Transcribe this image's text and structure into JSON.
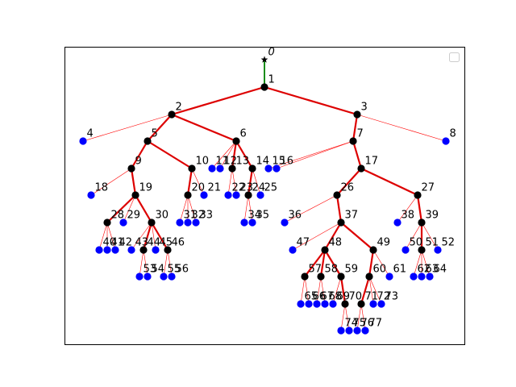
{
  "colors": {
    "edge_thin": "#ff0000",
    "edge_thick": "#dd0000",
    "root_edge": "#008000",
    "internal_node": "#000000",
    "leaf_node": "#0000ff",
    "frame": "#000000",
    "background": "#ffffff",
    "legend_border": "#cccccc"
  },
  "icons": {
    "root_marker": "star-icon"
  },
  "tree": {
    "root_label": "0",
    "nodes": [
      {
        "id": "0",
        "parent": null,
        "type": "root"
      },
      {
        "id": "1",
        "parent": "0",
        "type": "internal"
      },
      {
        "id": "2",
        "parent": "1",
        "type": "internal"
      },
      {
        "id": "3",
        "parent": "1",
        "type": "internal"
      },
      {
        "id": "4",
        "parent": "2",
        "type": "leaf"
      },
      {
        "id": "5",
        "parent": "2",
        "type": "internal"
      },
      {
        "id": "6",
        "parent": "2",
        "type": "internal"
      },
      {
        "id": "7",
        "parent": "3",
        "type": "internal"
      },
      {
        "id": "8",
        "parent": "3",
        "type": "leaf"
      },
      {
        "id": "9",
        "parent": "5",
        "type": "internal"
      },
      {
        "id": "10",
        "parent": "5",
        "type": "internal"
      },
      {
        "id": "11",
        "parent": "6",
        "type": "leaf"
      },
      {
        "id": "12",
        "parent": "6",
        "type": "leaf"
      },
      {
        "id": "13",
        "parent": "6",
        "type": "internal"
      },
      {
        "id": "14",
        "parent": "6",
        "type": "internal"
      },
      {
        "id": "15",
        "parent": "7",
        "type": "leaf"
      },
      {
        "id": "16",
        "parent": "7",
        "type": "leaf"
      },
      {
        "id": "17",
        "parent": "7",
        "type": "internal"
      },
      {
        "id": "18",
        "parent": "9",
        "type": "leaf"
      },
      {
        "id": "19",
        "parent": "9",
        "type": "internal"
      },
      {
        "id": "20",
        "parent": "10",
        "type": "internal"
      },
      {
        "id": "21",
        "parent": "10",
        "type": "leaf"
      },
      {
        "id": "22",
        "parent": "13",
        "type": "leaf"
      },
      {
        "id": "23",
        "parent": "13",
        "type": "leaf"
      },
      {
        "id": "24",
        "parent": "14",
        "type": "internal"
      },
      {
        "id": "25",
        "parent": "14",
        "type": "leaf"
      },
      {
        "id": "26",
        "parent": "17",
        "type": "internal"
      },
      {
        "id": "27",
        "parent": "17",
        "type": "internal"
      },
      {
        "id": "28",
        "parent": "19",
        "type": "internal"
      },
      {
        "id": "29",
        "parent": "19",
        "type": "leaf"
      },
      {
        "id": "30",
        "parent": "19",
        "type": "internal"
      },
      {
        "id": "31",
        "parent": "20",
        "type": "leaf"
      },
      {
        "id": "32",
        "parent": "20",
        "type": "leaf"
      },
      {
        "id": "33",
        "parent": "20",
        "type": "leaf"
      },
      {
        "id": "34",
        "parent": "24",
        "type": "leaf"
      },
      {
        "id": "35",
        "parent": "24",
        "type": "leaf"
      },
      {
        "id": "36",
        "parent": "26",
        "type": "leaf"
      },
      {
        "id": "37",
        "parent": "26",
        "type": "internal"
      },
      {
        "id": "38",
        "parent": "27",
        "type": "leaf"
      },
      {
        "id": "39",
        "parent": "27",
        "type": "internal"
      },
      {
        "id": "40",
        "parent": "28",
        "type": "leaf"
      },
      {
        "id": "41",
        "parent": "28",
        "type": "leaf"
      },
      {
        "id": "42",
        "parent": "28",
        "type": "leaf"
      },
      {
        "id": "43",
        "parent": "30",
        "type": "leaf"
      },
      {
        "id": "44",
        "parent": "30",
        "type": "internal"
      },
      {
        "id": "45",
        "parent": "30",
        "type": "leaf"
      },
      {
        "id": "46",
        "parent": "30",
        "type": "internal"
      },
      {
        "id": "47",
        "parent": "37",
        "type": "leaf"
      },
      {
        "id": "48",
        "parent": "37",
        "type": "internal"
      },
      {
        "id": "49",
        "parent": "37",
        "type": "internal"
      },
      {
        "id": "50",
        "parent": "39",
        "type": "leaf"
      },
      {
        "id": "51",
        "parent": "39",
        "type": "internal"
      },
      {
        "id": "52",
        "parent": "39",
        "type": "leaf"
      },
      {
        "id": "53",
        "parent": "44",
        "type": "leaf"
      },
      {
        "id": "54",
        "parent": "44",
        "type": "leaf"
      },
      {
        "id": "55",
        "parent": "46",
        "type": "leaf"
      },
      {
        "id": "56",
        "parent": "46",
        "type": "leaf"
      },
      {
        "id": "57",
        "parent": "48",
        "type": "internal"
      },
      {
        "id": "58",
        "parent": "48",
        "type": "internal"
      },
      {
        "id": "59",
        "parent": "48",
        "type": "internal"
      },
      {
        "id": "60",
        "parent": "49",
        "type": "internal"
      },
      {
        "id": "61",
        "parent": "49",
        "type": "leaf"
      },
      {
        "id": "62",
        "parent": "51",
        "type": "leaf"
      },
      {
        "id": "63",
        "parent": "51",
        "type": "leaf"
      },
      {
        "id": "64",
        "parent": "51",
        "type": "leaf"
      },
      {
        "id": "65",
        "parent": "57",
        "type": "leaf"
      },
      {
        "id": "66",
        "parent": "57",
        "type": "leaf"
      },
      {
        "id": "67",
        "parent": "58",
        "type": "leaf"
      },
      {
        "id": "68",
        "parent": "58",
        "type": "leaf"
      },
      {
        "id": "69",
        "parent": "59",
        "type": "leaf"
      },
      {
        "id": "70",
        "parent": "59",
        "type": "internal"
      },
      {
        "id": "71",
        "parent": "60",
        "type": "internal"
      },
      {
        "id": "72",
        "parent": "60",
        "type": "leaf"
      },
      {
        "id": "73",
        "parent": "60",
        "type": "leaf"
      },
      {
        "id": "74",
        "parent": "70",
        "type": "leaf"
      },
      {
        "id": "75",
        "parent": "70",
        "type": "leaf"
      },
      {
        "id": "76",
        "parent": "71",
        "type": "leaf"
      },
      {
        "id": "77",
        "parent": "71",
        "type": "leaf"
      }
    ]
  }
}
